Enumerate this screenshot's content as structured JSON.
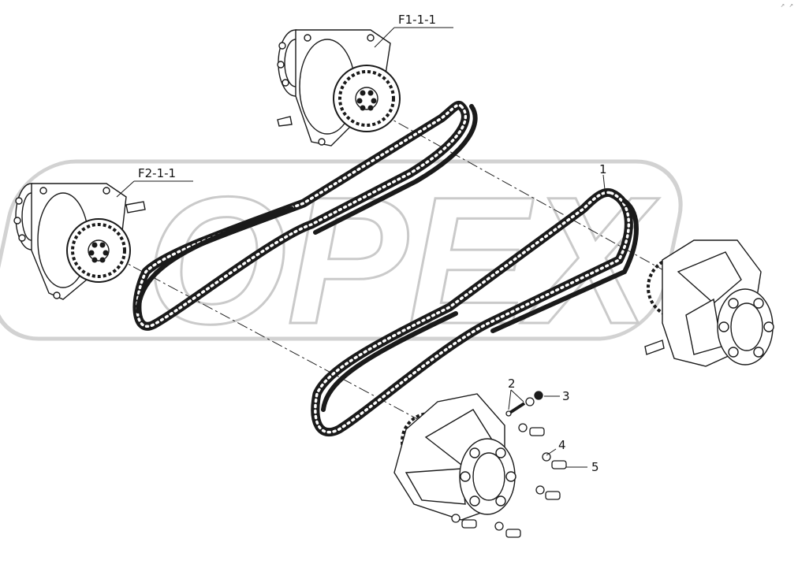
{
  "watermark": "OPEX",
  "corner_mark": "↗ ↗",
  "labels": {
    "f1": "F1-1-1",
    "f2": "F2-1-1",
    "p1": "1",
    "p2": "2",
    "p3": "3",
    "p4": "4",
    "p5": "5"
  }
}
